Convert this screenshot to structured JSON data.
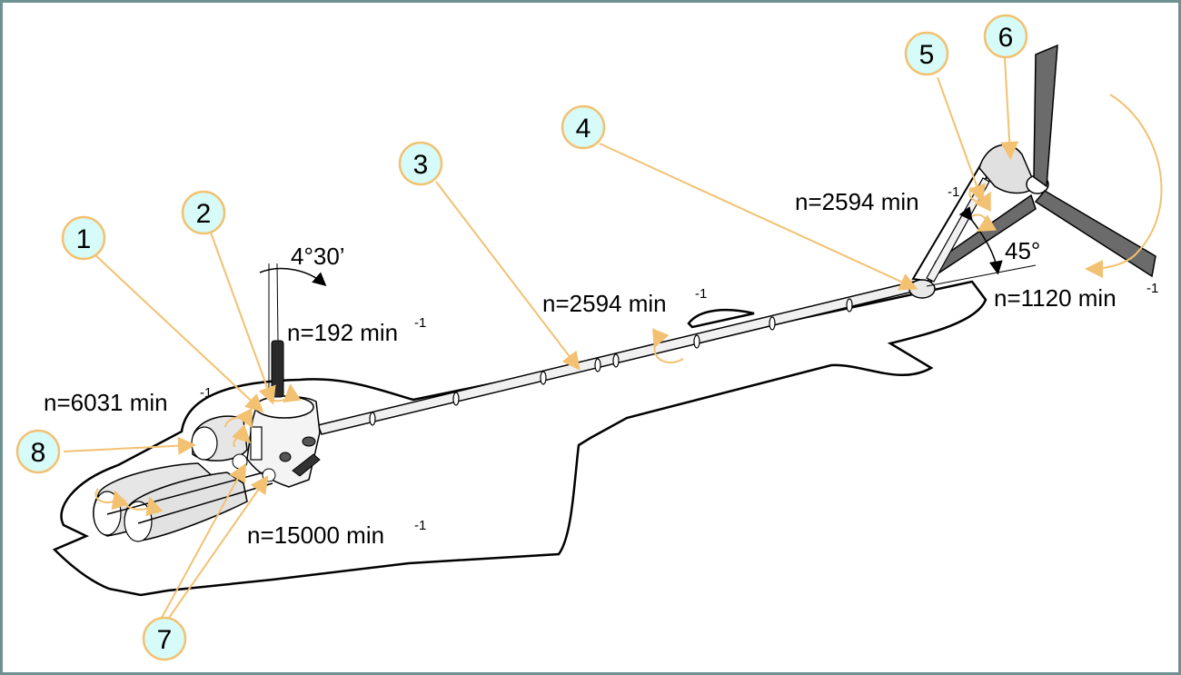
{
  "speeds": {
    "main_rotor": {
      "text": "n=192 min",
      "exp": "-1"
    },
    "engine": {
      "text": "n=15000 min",
      "exp": "-1"
    },
    "output": {
      "text": "n=6031 min",
      "exp": "-1"
    },
    "tail_shaft": {
      "text": "n=2594 min",
      "exp": "-1"
    },
    "tail_gearbox": {
      "text": "n=2594 min",
      "exp": "-1"
    },
    "tail_rotor": {
      "text": "n=1120 min",
      "exp": "-1"
    }
  },
  "angles": {
    "mast_tilt": "4°30’",
    "tail_angle": "45°"
  },
  "callouts": [
    "1",
    "2",
    "3",
    "4",
    "5",
    "6",
    "7",
    "8"
  ],
  "colors": {
    "frame": "#6e9292",
    "callout_fill": "#d6fbf8",
    "accent": "#f2c171",
    "blade": "#6b6b6b"
  }
}
